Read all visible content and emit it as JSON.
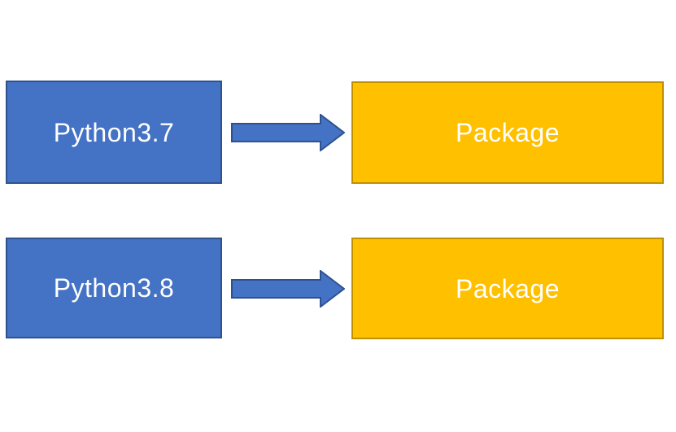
{
  "diagram": {
    "background_color": "#ffffff",
    "rows": [
      {
        "source": {
          "label": "Python3.7",
          "fill_color": "#4472c4",
          "border_color": "#2f528f",
          "text_color": "#ffffff"
        },
        "connector": {
          "shape": "right-block-arrow",
          "fill_color": "#4472c4",
          "border_color": "#2f528f"
        },
        "target": {
          "label": "Package",
          "fill_color": "#ffc000",
          "border_color": "#bf9000",
          "text_color": "#ffffff"
        }
      },
      {
        "source": {
          "label": "Python3.8",
          "fill_color": "#4472c4",
          "border_color": "#2f528f",
          "text_color": "#ffffff"
        },
        "connector": {
          "shape": "right-block-arrow",
          "fill_color": "#4472c4",
          "border_color": "#2f528f"
        },
        "target": {
          "label": "Package",
          "fill_color": "#ffc000",
          "border_color": "#bf9000",
          "text_color": "#ffffff"
        }
      }
    ]
  }
}
